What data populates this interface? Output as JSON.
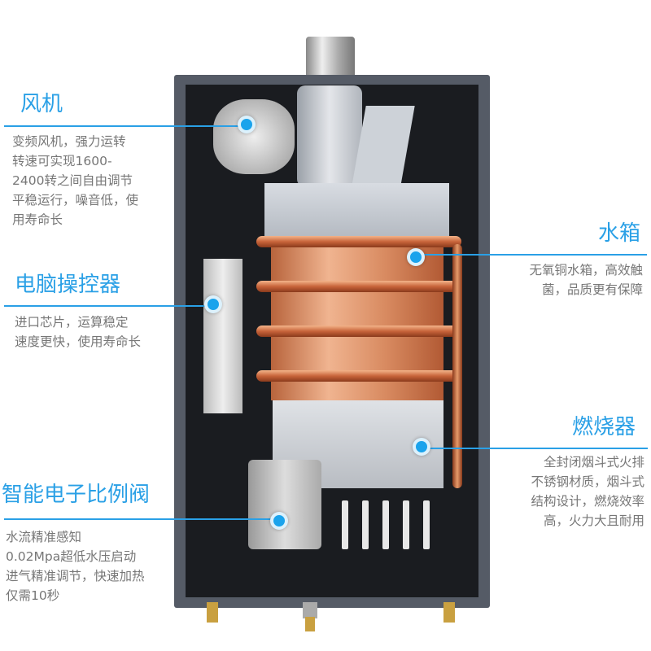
{
  "callouts": {
    "fan": {
      "title": "风机",
      "lines": [
        "变频风机，强力运转",
        "转速可实现1600-",
        "2400转之间自由调节",
        "平稳运行，噪音低，使",
        "用寿命长"
      ]
    },
    "controller": {
      "title": "电脑操控器",
      "lines": [
        "进口芯片，运算稳定",
        "速度更快，使用寿命长"
      ]
    },
    "water_tank": {
      "title": "水箱",
      "lines": [
        "无氧铜水箱，高效触",
        "菌，品质更有保障"
      ]
    },
    "burner": {
      "title": "燃烧器",
      "lines": [
        "全封闭烟斗式火排",
        "不锈钢材质，烟斗式",
        "结构设计，燃烧效率",
        "高，火力大且耐用"
      ]
    },
    "valve": {
      "title": "智能电子比例阀",
      "lines": [
        "水流精准感知",
        "0.02Mpa超低水压启动",
        "进气精准调节，快速加热",
        "仅需10秒"
      ]
    }
  },
  "colors": {
    "accent": "#2aa0e6",
    "copper": "#c8643a",
    "frame": "#555b66"
  }
}
